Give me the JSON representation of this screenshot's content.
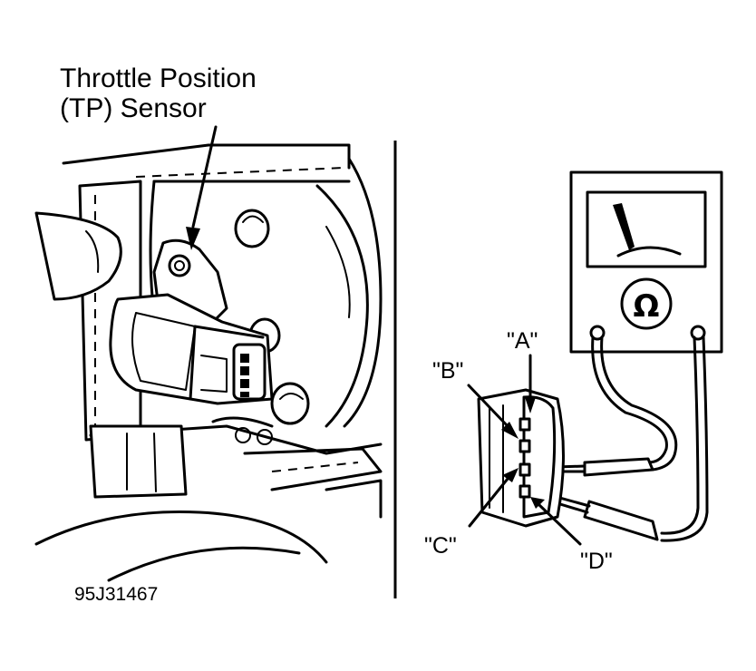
{
  "labels": {
    "tp_sensor_line1": "Throttle Position",
    "tp_sensor_line2": "(TP) Sensor",
    "terminal_a": "\"A\"",
    "terminal_b": "\"B\"",
    "terminal_c": "\"C\"",
    "terminal_d": "\"D\"",
    "figure_code": "95J31467"
  },
  "meter": {
    "symbol": "Ω",
    "icon": "ohmmeter-icon"
  }
}
